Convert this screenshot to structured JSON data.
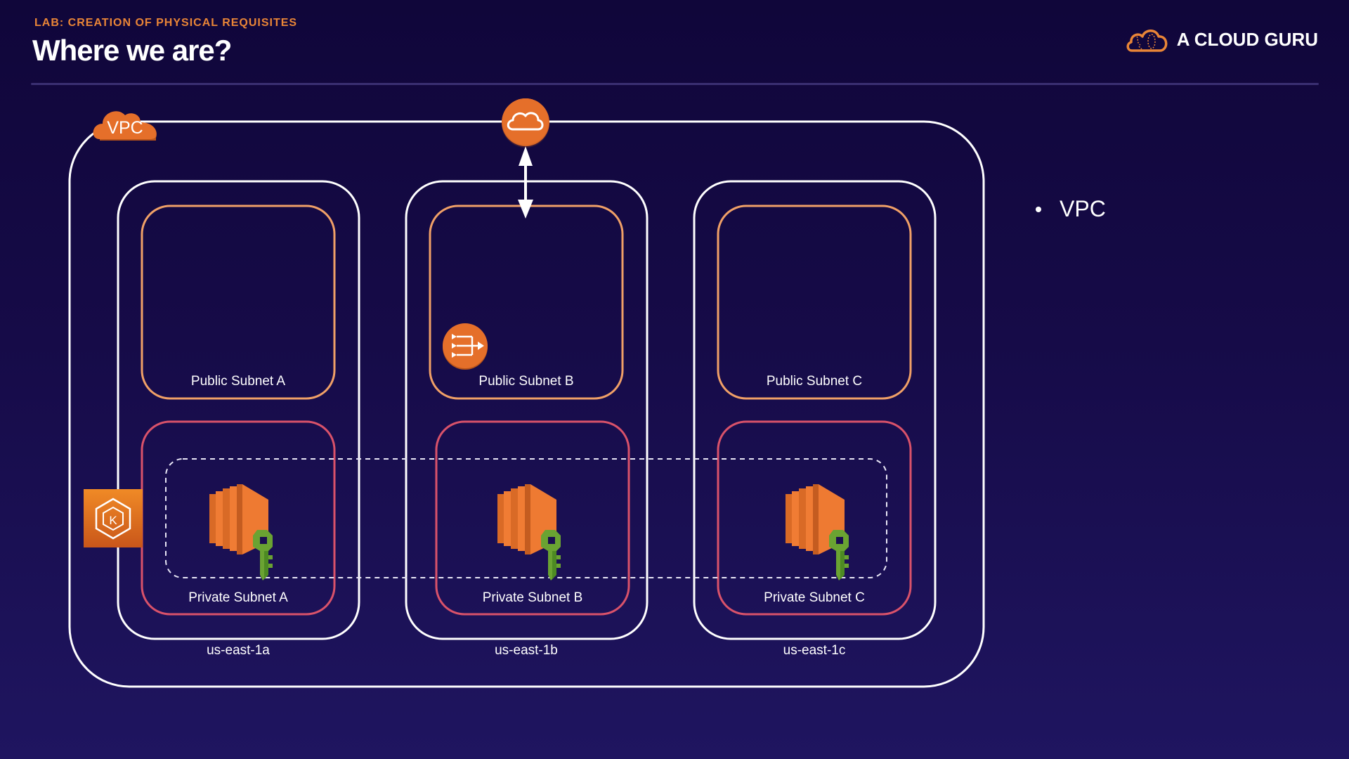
{
  "header": {
    "eyebrow": "LAB: CREATION OF PHYSICAL REQUISITES",
    "title": "Where we are?",
    "brand_name": "A CLOUD GURU",
    "brand_icon": "cloud-logo-icon"
  },
  "colors": {
    "background": "#160b48",
    "accent_orange": "#e98537",
    "public_subnet_border": "#f0a067",
    "private_subnet_border": "#d9526a",
    "key_green": "#6aa332"
  },
  "diagram": {
    "vpc": {
      "label": "VPC",
      "icon": "vpc-cloud-icon"
    },
    "internet_gateway": {
      "icon": "internet-gateway-cloud-icon"
    },
    "nat_gateway": {
      "icon": "nat-gateway-icon"
    },
    "eks": {
      "label": "K",
      "icon": "eks-icon"
    },
    "availability_zones": [
      {
        "name": "us-east-1a",
        "public_subnet": "Public Subnet A",
        "private_subnet": "Private Subnet A"
      },
      {
        "name": "us-east-1b",
        "public_subnet": "Public Subnet B",
        "private_subnet": "Private Subnet B"
      },
      {
        "name": "us-east-1c",
        "public_subnet": "Public Subnet C",
        "private_subnet": "Private Subnet C"
      }
    ],
    "node_group": {
      "description": "EC2 instances with key pairs spanning private subnets"
    }
  },
  "bullets": [
    "VPC"
  ]
}
